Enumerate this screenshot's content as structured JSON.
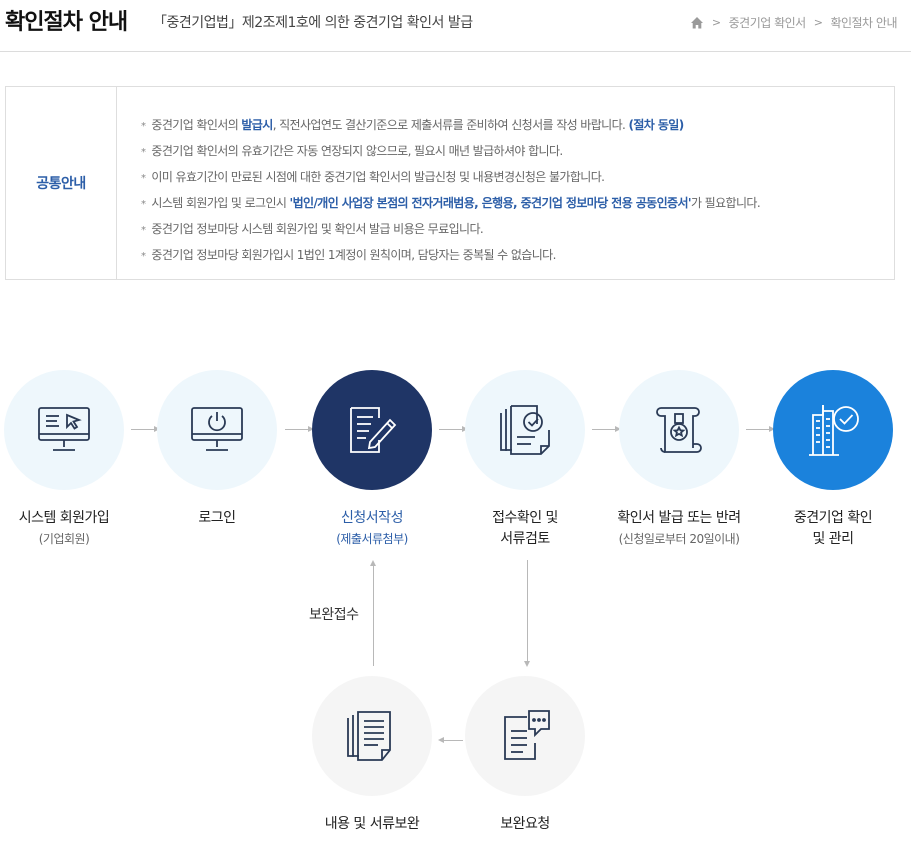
{
  "header": {
    "title": "확인절차 안내",
    "subtitle": "「중견기업법」제2조제1호에 의한 중견기업 확인서 발급",
    "breadcrumb": [
      "중견기업 확인서",
      "확인절차 안내"
    ]
  },
  "notice": {
    "label": "공통안내",
    "items": [
      {
        "pre": "중견기업 확인서의 ",
        "bold": "발급시",
        "post": ", 직전사업연도 결산기준으로 제출서류를 준비하여 신청서를 작성 바랍니다. ",
        "bold2": "(절차 동일)"
      },
      {
        "text": "중견기업 확인서의 유효기간은 자동 연장되지 않으므로, 필요시 매년 발급하셔야 합니다."
      },
      {
        "text": "이미 유효기간이 만료된 시점에 대한 중견기업 확인서의 발급신청 및 내용변경신청은 불가합니다."
      },
      {
        "pre": "시스템 회원가입 및 로그인시 ",
        "bold": "'법인/개인 사업장 본점의 전자거래범용, 은행용, 중견기업 정보마당 전용 공동인증서'",
        "post": "가 필요합니다."
      },
      {
        "text": "중견기업 정보마당 시스템 회원가입 및 확인서 발급 비용은 무료입니다."
      },
      {
        "text": "중견기업 정보마당 회원가입시 1법인 1계정이 원칙이며, 담당자는 중복될 수 없습니다."
      }
    ]
  },
  "steps": [
    {
      "label": "시스템 회원가입",
      "sub": "(기업회원)",
      "icon": "monitor-cursor-icon"
    },
    {
      "label": "로그인",
      "sub": "",
      "icon": "monitor-power-icon"
    },
    {
      "label": "신청서작성",
      "sub": "(제출서류첨부)",
      "icon": "document-pen-icon"
    },
    {
      "label": "접수확인 및",
      "label2": "서류검토",
      "icon": "document-check-icon"
    },
    {
      "label": "확인서 발급 또는 반려",
      "sub": "(신청일로부터 20일이내)",
      "icon": "certificate-medal-icon"
    },
    {
      "label": "중견기업 확인",
      "label2": "및 관리",
      "icon": "building-check-icon"
    }
  ],
  "supplement": {
    "resubmit_label": "보완접수",
    "revise": {
      "label": "내용 및 서류보완",
      "icon": "documents-stack-icon"
    },
    "request": {
      "label": "보완요청",
      "icon": "document-comment-icon"
    }
  },
  "colors": {
    "accent": "#2c5ea8",
    "dark_circle": "#1f3566",
    "blue_circle": "#1b82dc",
    "light_circle": "#eef7fc"
  }
}
